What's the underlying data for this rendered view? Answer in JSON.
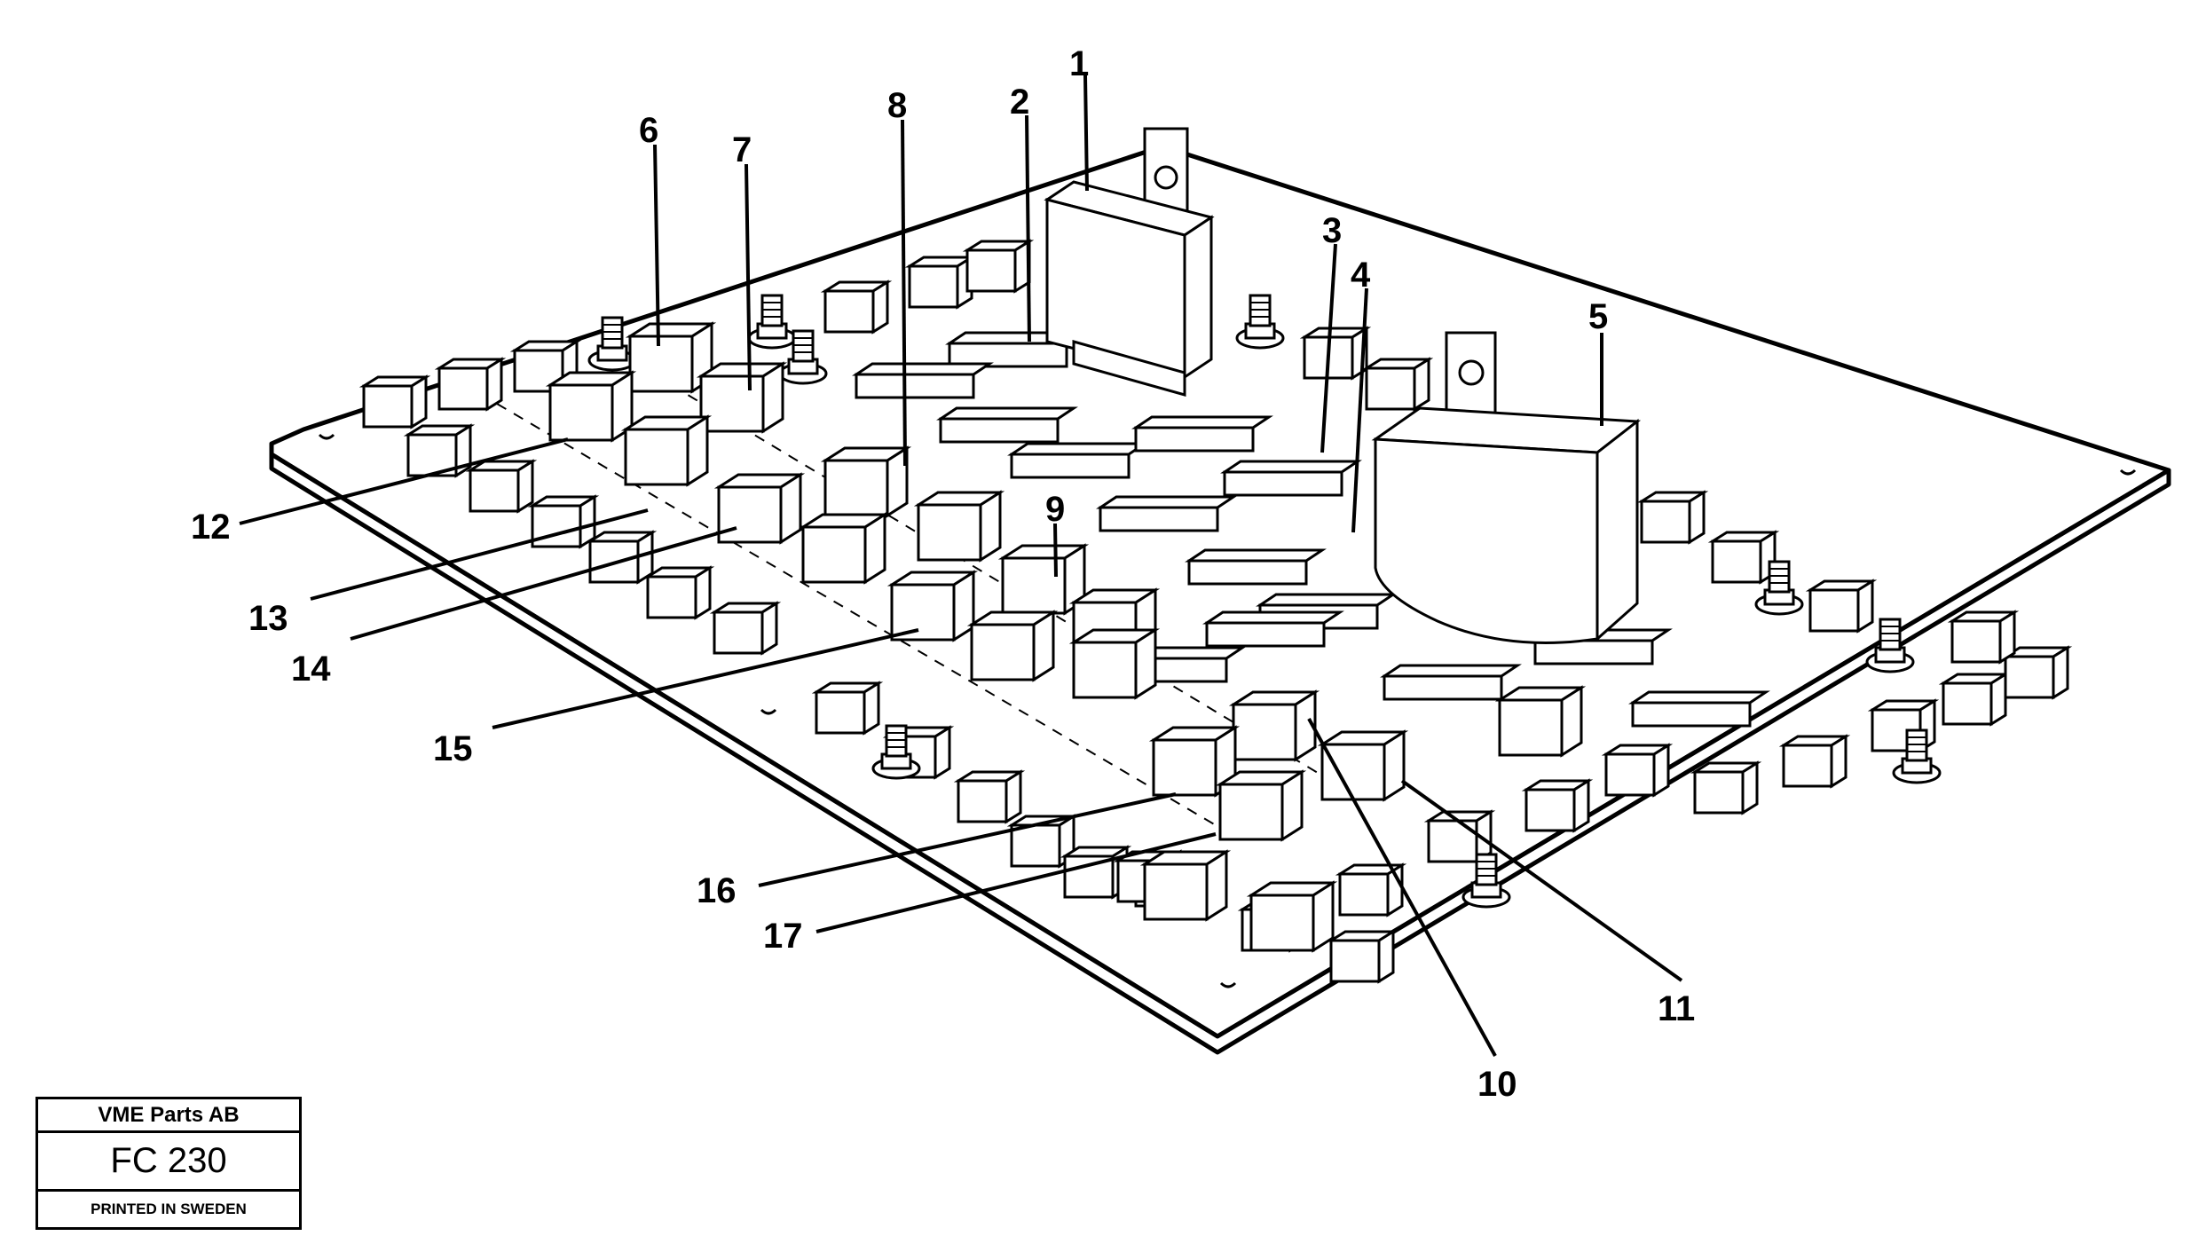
{
  "diagram": {
    "callouts": [
      "1",
      "2",
      "3",
      "4",
      "5",
      "6",
      "7",
      "8",
      "9",
      "10",
      "11",
      "12",
      "13",
      "14",
      "15",
      "16",
      "17"
    ]
  },
  "stamp": {
    "company": "VME Parts AB",
    "code": "FC 230",
    "printed": "PRINTED IN SWEDEN"
  }
}
